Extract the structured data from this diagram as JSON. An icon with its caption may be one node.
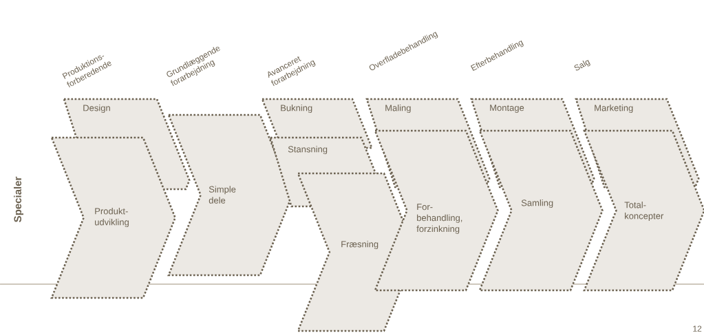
{
  "diagram": {
    "nodes": [
      {
        "text": [
          "Design"
        ]
      },
      {
        "text": [
          "Produkt- udvikling"
        ]
      },
      {
        "text": [
          "Simple dele"
        ]
      },
      {
        "text": [
          "Bukning"
        ]
      },
      {
        "text": [
          "Stansning"
        ]
      },
      {
        "text": [
          "Fræsning"
        ]
      },
      {
        "text": [
          "Maling"
        ]
      },
      {
        "text": [
          "For- behandling, forzinkning"
        ]
      },
      {
        "text": [
          "Montage"
        ]
      },
      {
        "text": [
          "Samling"
        ]
      },
      {
        "text": [
          "Marketing"
        ]
      },
      {
        "text": [
          "Total- koncepter"
        ]
      }
    ],
    "labels": [
      "Produktions- forberedende",
      "Grundlæggende forarbejdning",
      "Avanceret forarbejdning",
      "Overfladebehandling",
      "Efterbehandling",
      "Salg",
      "Specialer",
      "12"
    ]
  }
}
